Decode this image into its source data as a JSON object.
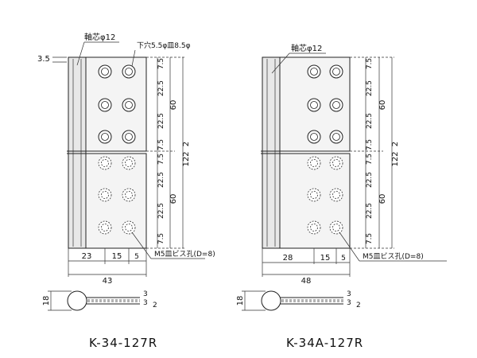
{
  "drawings": [
    {
      "model": "K-34-127R",
      "knuckle_label": "軸芯φ12",
      "hole_label": "下穴5.5φ皿8.5φ",
      "thickness_label": "3.5",
      "screw_label": "M5皿ビス孔(D=8)",
      "total_length": "122",
      "total_gap": "2",
      "leaf_height": "60",
      "pitch_edge": "7.5",
      "pitch_mid": "22.5",
      "width_a": "23",
      "width_b": "15",
      "width_c": "5",
      "total_width": "43",
      "section_height": "18",
      "section_t1": "3",
      "section_t2": "3",
      "section_gap": "2"
    },
    {
      "model": "K-34A-127R",
      "knuckle_label": "軸芯φ12",
      "screw_label": "M5皿ビス孔(D=8)",
      "total_length": "122",
      "total_gap": "2",
      "leaf_height": "60",
      "pitch_edge": "7.5",
      "pitch_mid": "22.5",
      "width_a": "28",
      "width_b": "15",
      "width_c": "5",
      "total_width": "48",
      "section_height": "18",
      "section_t1": "3",
      "section_t2": "3",
      "section_gap": "2"
    }
  ]
}
